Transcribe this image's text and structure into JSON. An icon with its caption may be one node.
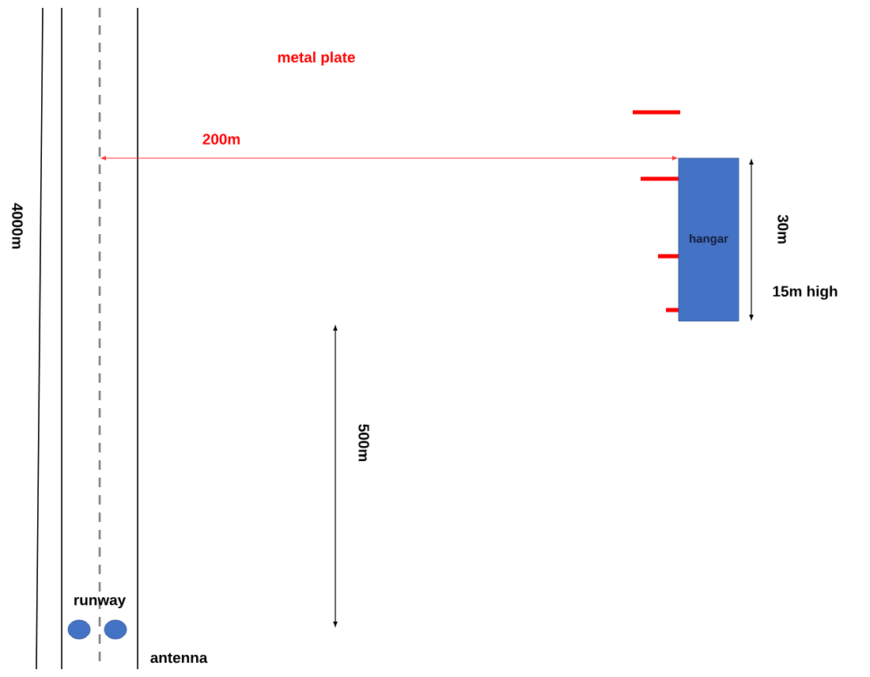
{
  "diagram": {
    "nodes": [
      {
        "text": [
          "hangar"
        ]
      }
    ],
    "labels": [
      "metal plate",
      "200m",
      "4000m",
      "30m",
      "15m high",
      "500m",
      "runway",
      "antenna"
    ]
  }
}
